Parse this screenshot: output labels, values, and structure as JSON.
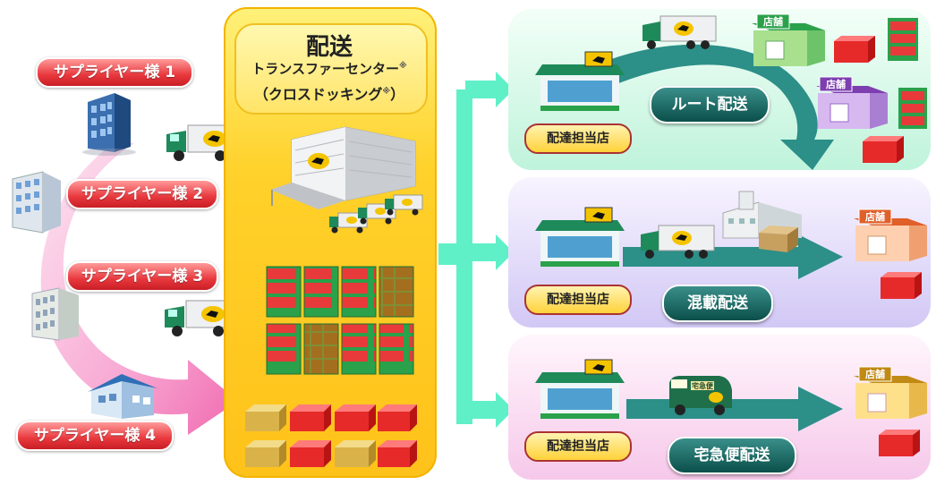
{
  "hub": {
    "title": "配送",
    "subtitle": "トランスファーセンター",
    "subtitle_mark": "※",
    "note_open": "（クロスドッキング",
    "note_mark": "※",
    "note_close": "）",
    "color": "#ffc21a"
  },
  "suppliers": [
    {
      "label": "サプライヤー様 1"
    },
    {
      "label": "サプライヤー様 2"
    },
    {
      "label": "サプライヤー様 3"
    },
    {
      "label": "サプライヤー様 4"
    }
  ],
  "routes": [
    {
      "depot_label": "配達担当店",
      "method_label": "ルート配送",
      "panel_color": "#bff3db"
    },
    {
      "depot_label": "配達担当店",
      "method_label": "混載配送",
      "panel_color": "#d2c8f5"
    },
    {
      "depot_label": "配達担当店",
      "method_label": "宅急便配送",
      "panel_color": "#f6c8ea"
    }
  ],
  "store_sign": "店舗",
  "van_sign": "宅急便",
  "colors": {
    "supplier_pill": "#e8383d",
    "connector_arrow": "#5ff0c8",
    "method_pill": "#0b4f4a",
    "supplier_arrow": "#f48ac4"
  },
  "icons": [
    "office-building-icon",
    "truck-icon",
    "warehouse-icon",
    "cargo-cage-icon",
    "box-icon",
    "depot-store-icon",
    "store-icon",
    "van-icon",
    "arrow-icon"
  ]
}
